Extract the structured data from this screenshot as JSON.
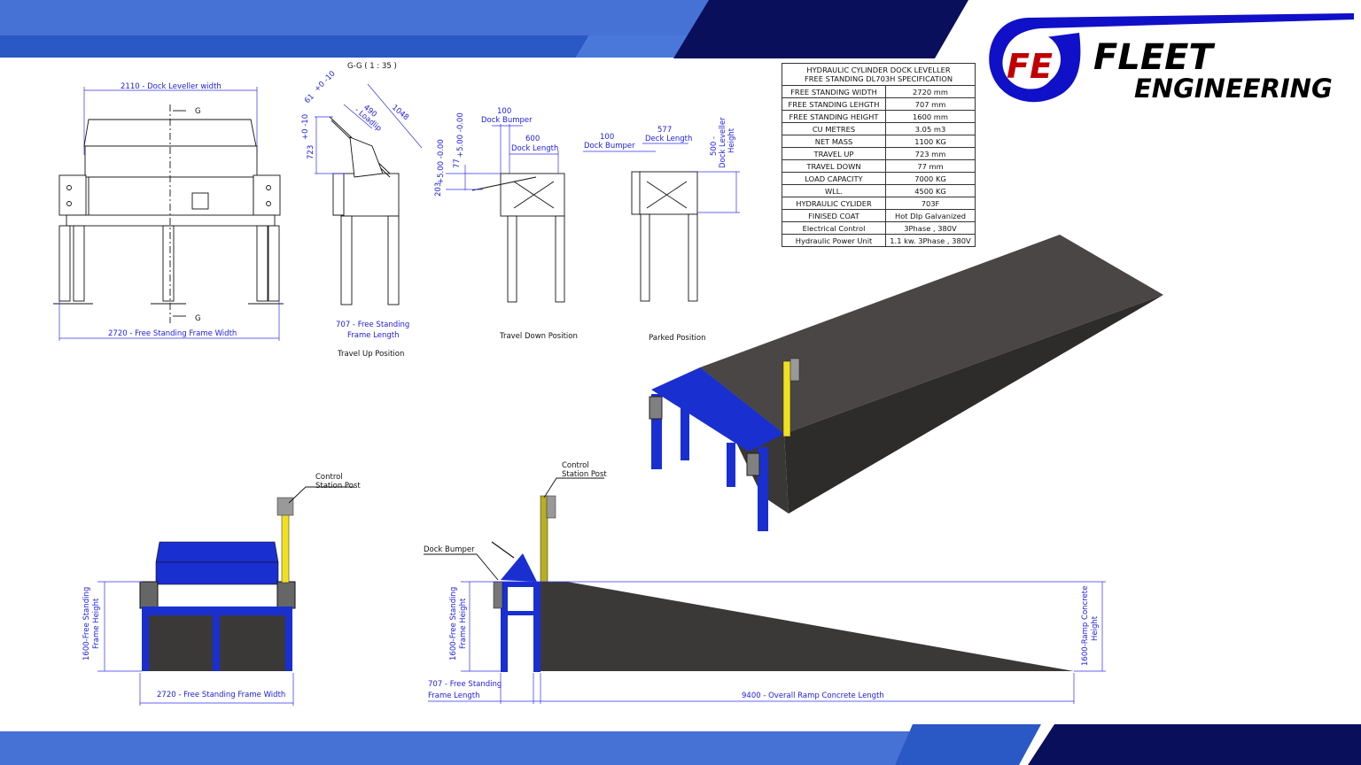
{
  "colors": {
    "band_light": "#4672d6",
    "band_mid": "#2a58c4",
    "band_navy": "#0a0f5c",
    "logo_blue": "#1010c8",
    "logo_red": "#c00000",
    "frame_blue": "#1a2fd0",
    "post_yellow": "#f0e020",
    "concrete": "#3b3838",
    "dimension": "#2020e0"
  },
  "logo": {
    "monogram": "FE",
    "brand": "FLEET",
    "sub": "ENGINEERING"
  },
  "spec_table": {
    "title_line1": "HYDRAULIC CYLINDER DOCK LEVELLER",
    "title_line2": "FREE STANDING DL703H SPECIFICATION",
    "rows": [
      [
        "FREE STANDING WIDTH",
        "2720 mm"
      ],
      [
        "FREE STANDING LEHGTH",
        "707 mm"
      ],
      [
        "FREE STANDING HEIGHT",
        "1600 mm"
      ],
      [
        "CU METRES",
        "3.05  m3"
      ],
      [
        "NET MASS",
        "1100 KG"
      ],
      [
        "TRAVEL UP",
        "723  mm"
      ],
      [
        "TRAVEL DOWN",
        "77  mm"
      ],
      [
        "LOAD CAPACITY",
        "7000 KG"
      ],
      [
        "WLL.",
        "4500 KG"
      ],
      [
        "HYDRAULIC CYLIDER",
        "703F"
      ],
      [
        "FINISED COAT",
        "Hot DIp Galvanized"
      ],
      [
        "Electrical Control",
        "3Phase , 380V"
      ],
      [
        "Hydraulic Power Unit",
        "1.1 kw. 3Phase , 380V"
      ]
    ]
  },
  "front_view": {
    "top_dim": "2110 - Dock Leveller width",
    "bottom_dim": "2720  - Free Standing Frame Width",
    "section_mark": "G"
  },
  "section_title": "G-G ( 1 : 35 )",
  "travel_up": {
    "dim_61": "61",
    "dim_61_tol": "+0 -10",
    "dim_490": "490",
    "dim_490_label": "- Loadlip",
    "dim_1048": "1048",
    "dim_723": "723",
    "dim_723_tol": "+0 -10",
    "bottom_dim_1": "707 - Free Standing",
    "bottom_dim_2": "Frame Length",
    "caption": "Travel Up Position"
  },
  "travel_down": {
    "bumper_value": "100",
    "bumper_label": "Dock Bumper",
    "length_value": "600",
    "length_label": "Dock Length",
    "dim_77": "77",
    "dim_77_tol": "+5.00 -0.00",
    "dim_203": "203",
    "dim_203_tol": "+5.00 -0.00",
    "caption": "Travel Down Position"
  },
  "parked": {
    "bumper_value": "100",
    "bumper_label": "Dock Bumper",
    "deck_value": "577",
    "deck_label": "Deck Length",
    "height_1": "500 -",
    "height_2": "Dock Leveller",
    "height_3": "Height",
    "caption": "Parked Position"
  },
  "front_3d": {
    "post_label_1": "Control",
    "post_label_2": "Station Post",
    "height_1": "1600-Free Standing",
    "height_2": "Frame Height",
    "width_dim": "2720 - Free Standing Frame Width"
  },
  "side_3d": {
    "post_label_1": "Control",
    "post_label_2": "Station Post",
    "bumper_label": "Dock Bumper",
    "height_1": "1600-Free Standing",
    "height_2": "Frame Height",
    "length_1": "707 - Free Standing",
    "length_2": "Frame Length",
    "ramp_length": "9400 - Overall Ramp Concrete Length",
    "ramp_height_1": "1600-Ramp Concrete",
    "ramp_height_2": "Height"
  }
}
